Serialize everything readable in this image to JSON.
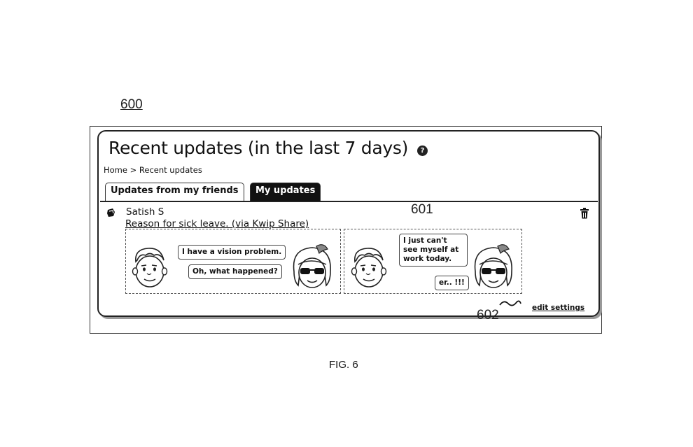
{
  "figure": {
    "ref_panel": "600",
    "ref_post": "601",
    "ref_settings": "602",
    "caption": "FIG. 6"
  },
  "page": {
    "title": "Recent updates (in the last 7 days)",
    "help_icon": "help-circle-icon",
    "breadcrumb": "Home > Recent updates"
  },
  "tabs": [
    {
      "label": "Updates from my friends",
      "active": false
    },
    {
      "label": "My updates",
      "active": true
    }
  ],
  "post": {
    "author": "Satish S",
    "title": "Reason for sick leave. (via Kwip Share)",
    "icon": "post-icon",
    "delete_icon": "trash-icon",
    "comic": [
      {
        "bubbles": [
          "I have a vision problem.",
          "Oh, what happened?"
        ]
      },
      {
        "bubbles": [
          "I just can't see myself at work today.",
          "er.. !!!"
        ]
      }
    ]
  },
  "footer": {
    "edit_settings_label": "edit settings"
  }
}
